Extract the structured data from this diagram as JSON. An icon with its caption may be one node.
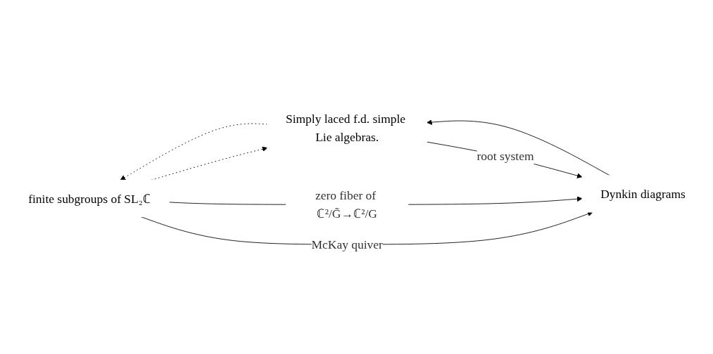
{
  "diagram": {
    "nodes": [
      {
        "text": [
          "Dynkin diagrams"
        ]
      },
      {
        "text": [
          "finite subgroups of SL₂ℂ"
        ]
      },
      {
        "text": [
          "Simply laced f.d. simple Lie algebras."
        ]
      }
    ],
    "edges": [
      {
        "from": 1,
        "to": 0,
        "arrow": "to",
        "label": "zero fiber of ℂ²/G̃→ℂ²/G"
      },
      {
        "from": 1,
        "to": 0,
        "arrow": "to",
        "label": "McKay quiver"
      },
      {
        "from": 2,
        "to": 0,
        "arrow": "to",
        "label": "root system"
      },
      {
        "from": 0,
        "to": 2,
        "arrow": "to"
      },
      {
        "from": 2,
        "to": 1,
        "arrow": "to",
        "style": "dashed"
      },
      {
        "from": 1,
        "to": 2,
        "arrow": "to",
        "style": "dashed"
      }
    ]
  }
}
